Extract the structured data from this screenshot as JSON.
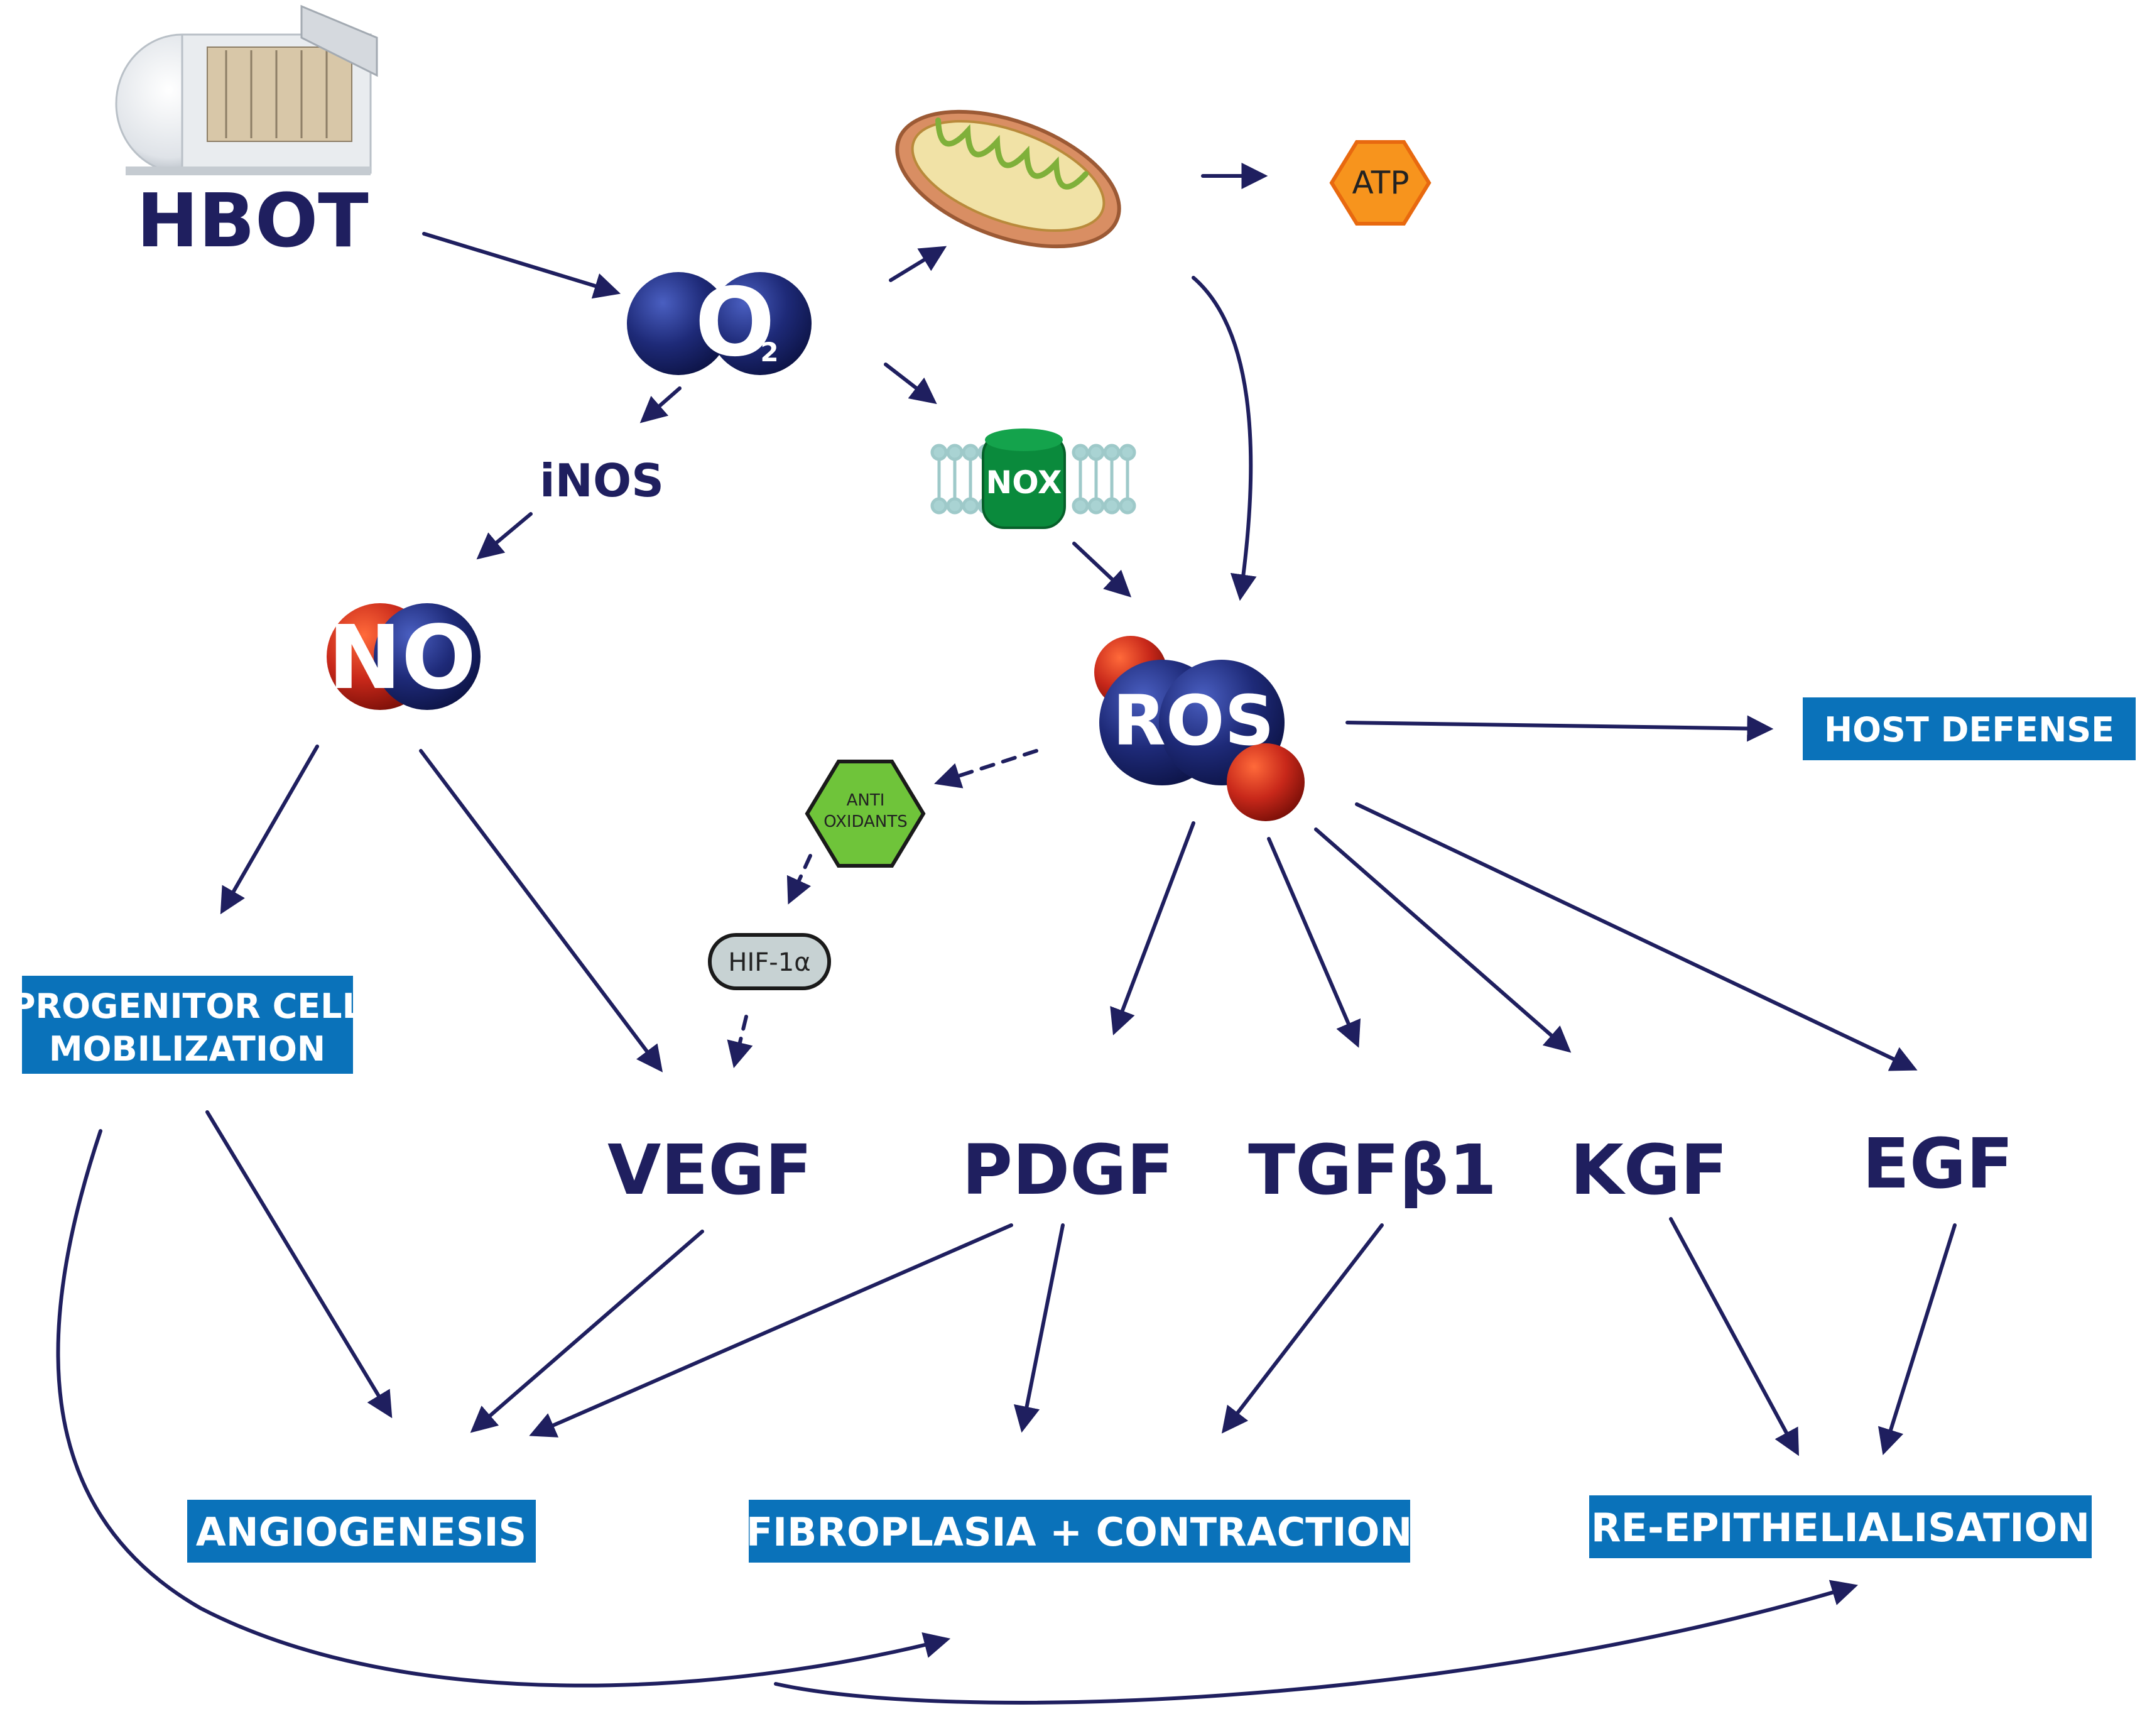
{
  "colors": {
    "navy": "#1f1f5f",
    "box_blue": "#0a72ba",
    "nox_green": "#0a8a3c",
    "antioxidant_green": "#6fc43a",
    "atp_orange": "#f7941d",
    "hif_grey": "#c7d2d3",
    "red_atom": "#c8281a",
    "blue_atom": "#1e2a78"
  },
  "icons": {
    "chamber": "hyperbaric-chamber-icon",
    "mitochondrion": "mitochondrion-icon",
    "membrane": "lipid-bilayer-icon"
  },
  "nodes": {
    "hbot": "HBOT",
    "o2": "O",
    "o2_sub": "2",
    "inos": "iNOS",
    "nox": "NOX",
    "atp": "ATP",
    "no": "NO",
    "ros": "ROS",
    "antioxidants_line1": "ANTI",
    "antioxidants_line2": "OXIDANTS",
    "hif": "HIF-1α",
    "vegf": "VEGF",
    "pdgf": "PDGF",
    "tgfb1": "TGFβ1",
    "kgf": "KGF",
    "egf": "EGF"
  },
  "boxes": {
    "host_defense": "HOST DEFENSE",
    "progenitor_line1": "PROGENITOR CELL",
    "progenitor_line2": "MOBILIZATION",
    "angiogenesis": "ANGIOGENESIS",
    "fibroplasia": "FIBROPLASIA + CONTRACTION",
    "reepithelialisation": "RE-EPITHELIALISATION"
  }
}
